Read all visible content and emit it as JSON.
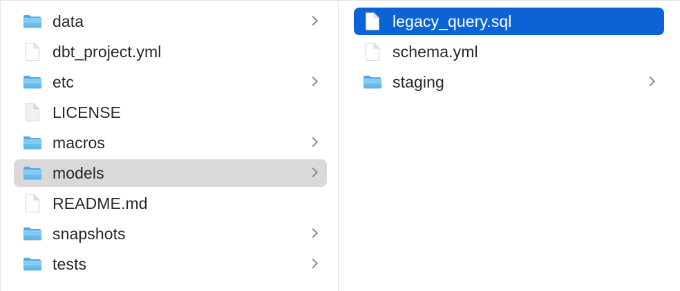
{
  "window": {
    "view_mode": "column",
    "background_color": "#ffffff",
    "divider_color": "#e0e0e0",
    "selection_color_active": "#0b63d6",
    "selection_color_inactive": "#d9d9d9",
    "text_color": "#262626",
    "selected_text_color": "#ffffff",
    "chevron_color": "#8a8a8a"
  },
  "columns": [
    {
      "name": "column-1",
      "items": [
        {
          "label": "data",
          "kind": "folder",
          "icon": "folder-icon",
          "has_chevron": true,
          "selected": false,
          "selection_style": "none"
        },
        {
          "label": "dbt_project.yml",
          "kind": "file",
          "icon": "document-icon",
          "has_chevron": false,
          "selected": false,
          "selection_style": "none"
        },
        {
          "label": "etc",
          "kind": "folder",
          "icon": "folder-icon",
          "has_chevron": true,
          "selected": false,
          "selection_style": "none"
        },
        {
          "label": "LICENSE",
          "kind": "file",
          "icon": "document-gray-icon",
          "has_chevron": false,
          "selected": false,
          "selection_style": "none"
        },
        {
          "label": "macros",
          "kind": "folder",
          "icon": "folder-icon",
          "has_chevron": true,
          "selected": false,
          "selection_style": "none"
        },
        {
          "label": "models",
          "kind": "folder",
          "icon": "folder-icon",
          "has_chevron": true,
          "selected": true,
          "selection_style": "inactive"
        },
        {
          "label": "README.md",
          "kind": "file",
          "icon": "document-icon",
          "has_chevron": false,
          "selected": false,
          "selection_style": "none"
        },
        {
          "label": "snapshots",
          "kind": "folder",
          "icon": "folder-icon",
          "has_chevron": true,
          "selected": false,
          "selection_style": "none"
        },
        {
          "label": "tests",
          "kind": "folder",
          "icon": "folder-icon",
          "has_chevron": true,
          "selected": false,
          "selection_style": "none"
        }
      ]
    },
    {
      "name": "column-2",
      "items": [
        {
          "label": "legacy_query.sql",
          "kind": "file",
          "icon": "document-icon",
          "has_chevron": false,
          "selected": true,
          "selection_style": "active"
        },
        {
          "label": "schema.yml",
          "kind": "file",
          "icon": "document-icon",
          "has_chevron": false,
          "selected": false,
          "selection_style": "none"
        },
        {
          "label": "staging",
          "kind": "folder",
          "icon": "folder-icon",
          "has_chevron": true,
          "selected": false,
          "selection_style": "none"
        }
      ]
    }
  ]
}
